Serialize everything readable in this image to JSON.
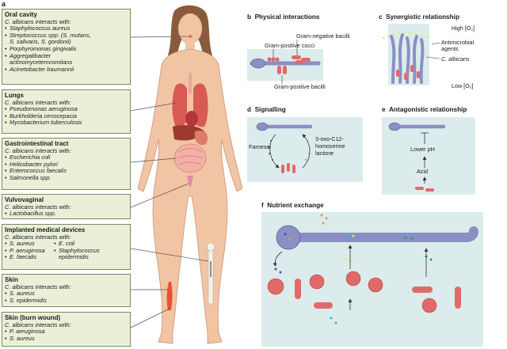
{
  "panel_a": {
    "letter": "a",
    "sites": [
      {
        "title": "Oral cavity",
        "intro": "C. albicans interacts with:",
        "items": [
          "Staphylococcus aureus",
          "Streptococcus spp. (S. mutans,",
          "S. salivaris, S. gordonii)",
          "Porphyromonas gingivalis",
          "Aggregatibacter",
          "actinomycetemcomitans",
          "Acinetobacter baumannii"
        ]
      },
      {
        "title": "Lungs",
        "intro": "C. albicans interacts with:",
        "items": [
          "Pseudomonas aeruginosa",
          "Burkholderia cenocepacia",
          "Mycobacterium tuberculosis"
        ]
      },
      {
        "title": "Gastrointestinal tract",
        "intro": "C. albicans interacts with:",
        "items": [
          "Escherichia coli",
          "Helicobacter pylori",
          "Enterococcus faecalis",
          "Salmonella spp."
        ]
      },
      {
        "title": "Vulvovaginal",
        "intro": "C. albicans interacts with:",
        "items": [
          "Lactobacillus spp."
        ]
      },
      {
        "title": "Implanted medical devices",
        "intro": "C. albicans interacts with:",
        "col1": [
          "S. aureus",
          "P. aeruginosa",
          "E. faecalis"
        ],
        "col2": [
          "E. coli",
          "Staphylococcus",
          "epidermidis"
        ]
      },
      {
        "title": "Skin",
        "intro": "C. albicans interacts with:",
        "items": [
          "S. aureus",
          "S. epidermidis"
        ]
      },
      {
        "title": "Skin (burn wound)",
        "intro": "C. albicans interacts with:",
        "items": [
          "P. aeruginosa",
          "S. aureus"
        ]
      }
    ]
  },
  "panel_b": {
    "letter": "b",
    "title": "Physical interactions",
    "labels": {
      "cocci": "Gram-positive cocci",
      "neg_bacilli": "Gram-negative bacilli",
      "pos_bacilli": "Gram-positive bacilli"
    }
  },
  "panel_c": {
    "letter": "c",
    "title": "Synergistic relationship",
    "labels": {
      "high_o2": "High [O₂]",
      "low_o2": "Low [O₂]",
      "agents_1": "Antimicrobial",
      "agents_2": "agents",
      "calbicans": "C. albicans"
    }
  },
  "panel_d": {
    "letter": "d",
    "title": "Signalling",
    "labels": {
      "farnesol": "Farnesol",
      "lactone_1": "3-oxo-C12-",
      "lactone_2": "homoserine",
      "lactone_3": "lactone"
    }
  },
  "panel_e": {
    "letter": "e",
    "title": "Antagonistic relationship",
    "labels": {
      "lower_ph": "Lower pH",
      "acid": "Acid"
    }
  },
  "panel_f": {
    "letter": "f",
    "title": "Nutrient exchange"
  },
  "colors": {
    "site_box": "#eaf0d8",
    "site_border": "#7d8a5a",
    "panel_bg": "#dcecec",
    "hypha": "#8b8fc4",
    "hypha_dark": "#5b5f9a",
    "bacteria": "#e06a6a",
    "skin": "#f1c4a4"
  }
}
